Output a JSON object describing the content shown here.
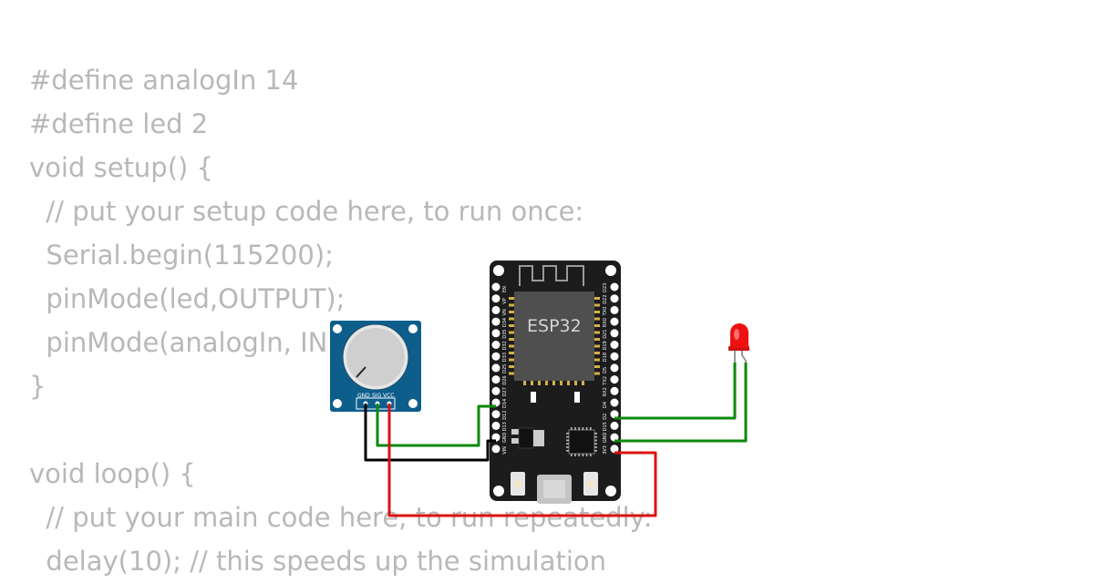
{
  "code": {
    "color": "#b8b8b8",
    "lines": [
      "#define analogIn 14",
      "#define led 2",
      "void setup() {",
      "  // put your setup code here, to run once:",
      "  Serial.begin(115200);",
      "  pinMode(led,OUTPUT);",
      "  pinMode(analogIn, INPUT);",
      "}",
      "",
      "void loop() {",
      "  // put your main code here, to run repeatedly:",
      "  delay(10); // this speeds up the simulation"
    ]
  },
  "esp32": {
    "label": "ESP32",
    "left_pins": [
      "EN",
      "VP",
      "VN",
      "D34",
      "D35",
      "D32",
      "D33",
      "D25",
      "D26",
      "D27",
      "D14",
      "D12",
      "D13",
      "GND",
      "VIN"
    ],
    "right_pins": [
      "D23",
      "D22",
      "TX0",
      "RX0",
      "D21",
      "D19",
      "D18",
      "D5",
      "TX2",
      "RX2",
      "D4",
      "D2",
      "D15",
      "GND",
      "3V3"
    ]
  },
  "potentiometer": {
    "pins": [
      "GND",
      "SIG",
      "VCC"
    ]
  },
  "colors": {
    "board": "#1c1c1c",
    "module": "#4f4f4f",
    "pot_board": "#0e5e8c",
    "wire_green": "#0a8a0a",
    "wire_red": "#dd1111",
    "wire_black": "#000000",
    "led_red": "#ee1111"
  }
}
